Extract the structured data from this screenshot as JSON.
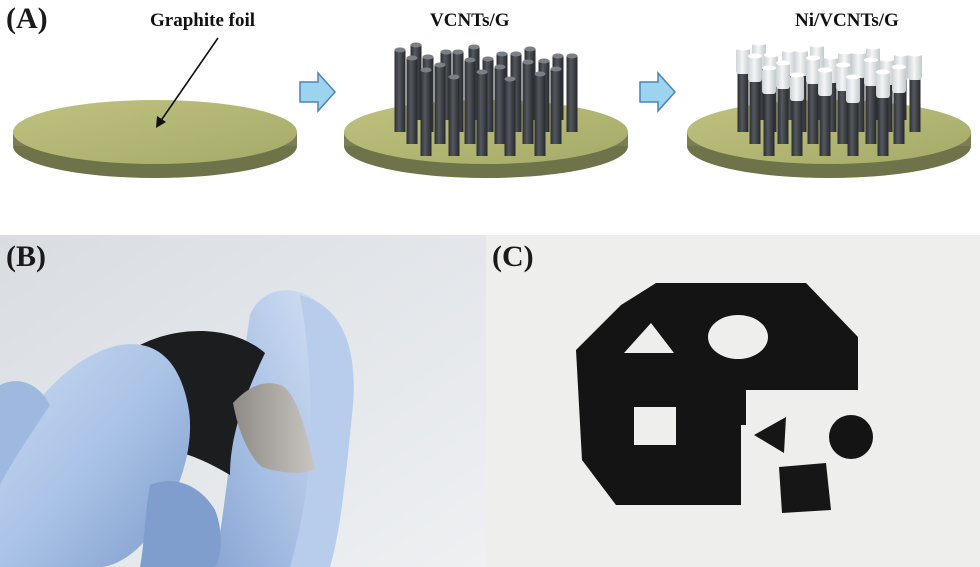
{
  "panels": {
    "a": {
      "label": "(A)",
      "stages": [
        "Graphite foil",
        "VCNTs/G",
        "Ni/VCNTs/G"
      ],
      "colors": {
        "foil_top": "#b7bb78",
        "foil_edge": "#7a7e52",
        "tube": "#3a3d42",
        "tube_highlight": "#7b7f86",
        "ni_cap": "#e4e8ea",
        "arrow_fill": "#9cd3ef",
        "arrow_stroke": "#4a86b5"
      }
    },
    "b": {
      "label": "(B)",
      "description_icon": "flexible-film-photo"
    },
    "c": {
      "label": "(C)",
      "description_icon": "cut-shapes-photo"
    }
  }
}
